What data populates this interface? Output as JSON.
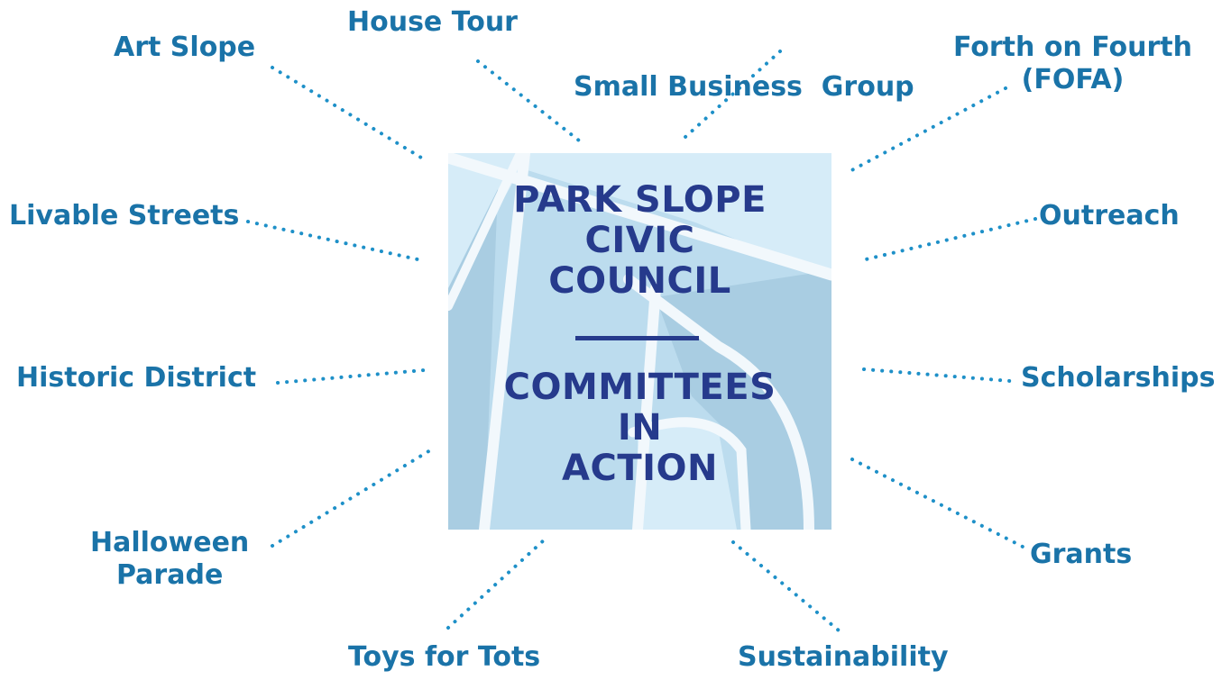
{
  "center": {
    "title_lines": [
      "PARK SLOPE",
      "CIVIC",
      "COUNCIL"
    ],
    "subtitle_lines": [
      "COMMITTEES",
      "IN",
      "ACTION"
    ]
  },
  "committees": [
    {
      "id": "art-slope",
      "lines": [
        "Art Slope"
      ]
    },
    {
      "id": "house-tour",
      "lines": [
        "House Tour"
      ]
    },
    {
      "id": "small-business-group",
      "lines": [
        "Small Business  Group"
      ]
    },
    {
      "id": "forth-on-fourth",
      "lines": [
        "Forth on Fourth",
        "(FOFA)"
      ]
    },
    {
      "id": "livable-streets",
      "lines": [
        "Livable Streets"
      ]
    },
    {
      "id": "outreach",
      "lines": [
        "Outreach"
      ]
    },
    {
      "id": "historic-district",
      "lines": [
        "Historic District"
      ]
    },
    {
      "id": "scholarships",
      "lines": [
        "Scholarships"
      ]
    },
    {
      "id": "halloween-parade",
      "lines": [
        "Halloween",
        "Parade"
      ]
    },
    {
      "id": "grants",
      "lines": [
        "Grants"
      ]
    },
    {
      "id": "toys-for-tots",
      "lines": [
        "Toys for Tots"
      ]
    },
    {
      "id": "sustainability",
      "lines": [
        "Sustainability"
      ]
    }
  ],
  "colors": {
    "label": "#1a73a8",
    "connector": "#1e90c8",
    "center_text": "#263a8c",
    "map_light": "#d6ecf8",
    "map_mid": "#bcdcee",
    "map_dark": "#a9cde2",
    "map_road": "#f2f8fc"
  }
}
